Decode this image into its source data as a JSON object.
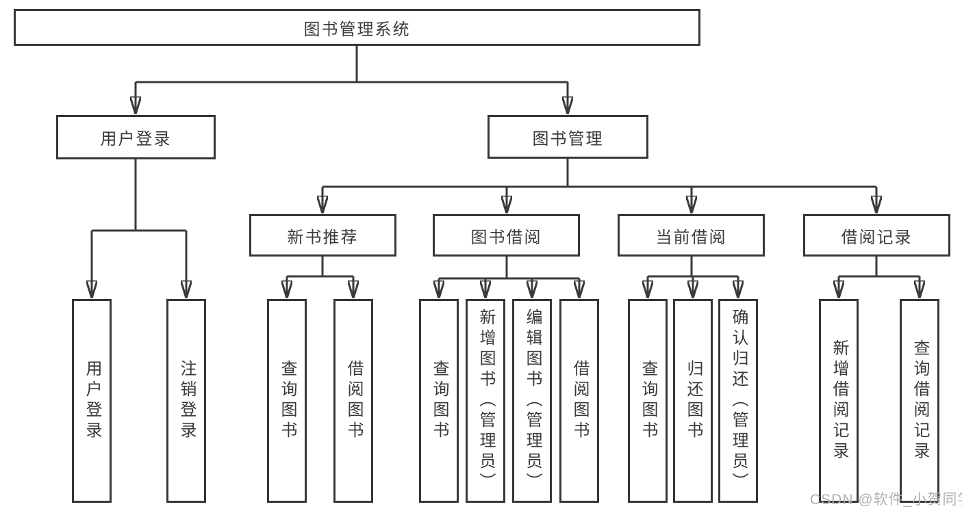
{
  "diagram": {
    "title": "图书管理系统",
    "tree": {
      "label": "图书管理系统",
      "children": [
        {
          "label": "用户登录",
          "children": [
            {
              "label": "用户登录"
            },
            {
              "label": "注销登录"
            }
          ]
        },
        {
          "label": "图书管理",
          "children": [
            {
              "label": "新书推荐",
              "children": [
                {
                  "label": "查询图书"
                },
                {
                  "label": "借阅图书"
                }
              ]
            },
            {
              "label": "图书借阅",
              "children": [
                {
                  "label": "查询图书"
                },
                {
                  "label": "新增图书（管理员）"
                },
                {
                  "label": "编辑图书（管理员）"
                },
                {
                  "label": "借阅图书"
                }
              ]
            },
            {
              "label": "当前借阅",
              "children": [
                {
                  "label": "查询图书"
                },
                {
                  "label": "归还图书"
                },
                {
                  "label": "确认归还（管理员）"
                }
              ]
            },
            {
              "label": "借阅记录",
              "children": [
                {
                  "label": "新增借阅记录"
                },
                {
                  "label": "查询借阅记录"
                }
              ]
            }
          ]
        }
      ]
    },
    "colors": {
      "line": "#3a3a3a",
      "text": "#3a3a3a",
      "box_background": "#ffffff",
      "page_background": "#ffffff",
      "watermark": "#b0b0b0"
    },
    "watermark": "CSDN @软件_小贺同学"
  }
}
